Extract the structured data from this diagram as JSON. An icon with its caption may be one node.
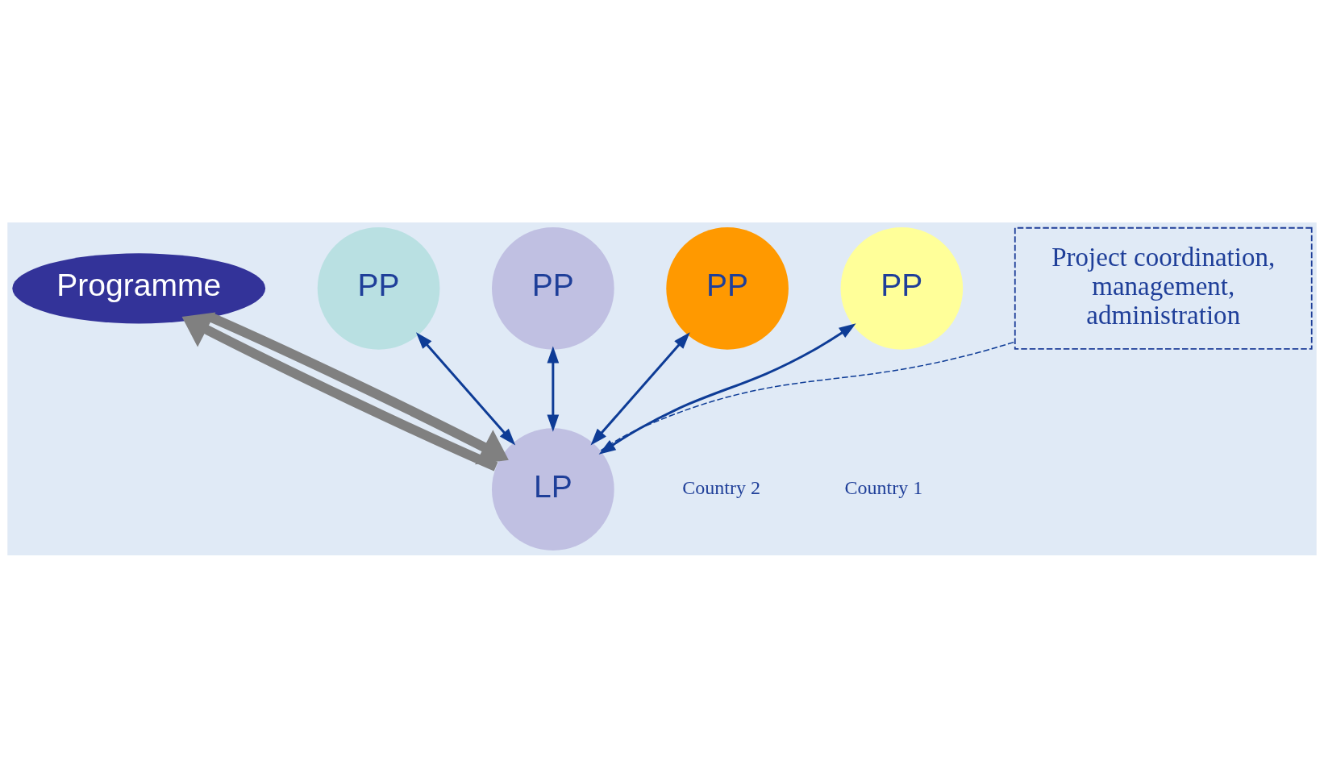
{
  "diagram": {
    "nodes": [
      {
        "text": [
          "PP"
        ]
      },
      {
        "text": [
          "PP"
        ]
      },
      {
        "text": [
          "PP"
        ]
      },
      {
        "text": [
          "Programme"
        ]
      },
      {
        "text": [
          "LP"
        ]
      },
      {
        "text": [
          "PP"
        ]
      },
      {
        "text": [
          "Project coordination, management, administration"
        ]
      }
    ],
    "edges": [
      {
        "from": 4,
        "to": 0,
        "arrow": "both"
      },
      {
        "from": 4,
        "to": 1,
        "arrow": "both"
      },
      {
        "from": 4,
        "to": 2,
        "arrow": "both"
      },
      {
        "from": 4,
        "to": 3,
        "arrow": "to",
        "style": "thick",
        "color": "#808080"
      },
      {
        "from": 3,
        "to": 4,
        "arrow": "to",
        "style": "thick",
        "color": "#808080"
      },
      {
        "from": 4,
        "to": 5,
        "arrow": "both"
      },
      {
        "from": 4,
        "to": 6,
        "arrow": "none",
        "style": "dashed"
      }
    ],
    "labels": [
      "Country 2",
      "Country 1"
    ]
  }
}
